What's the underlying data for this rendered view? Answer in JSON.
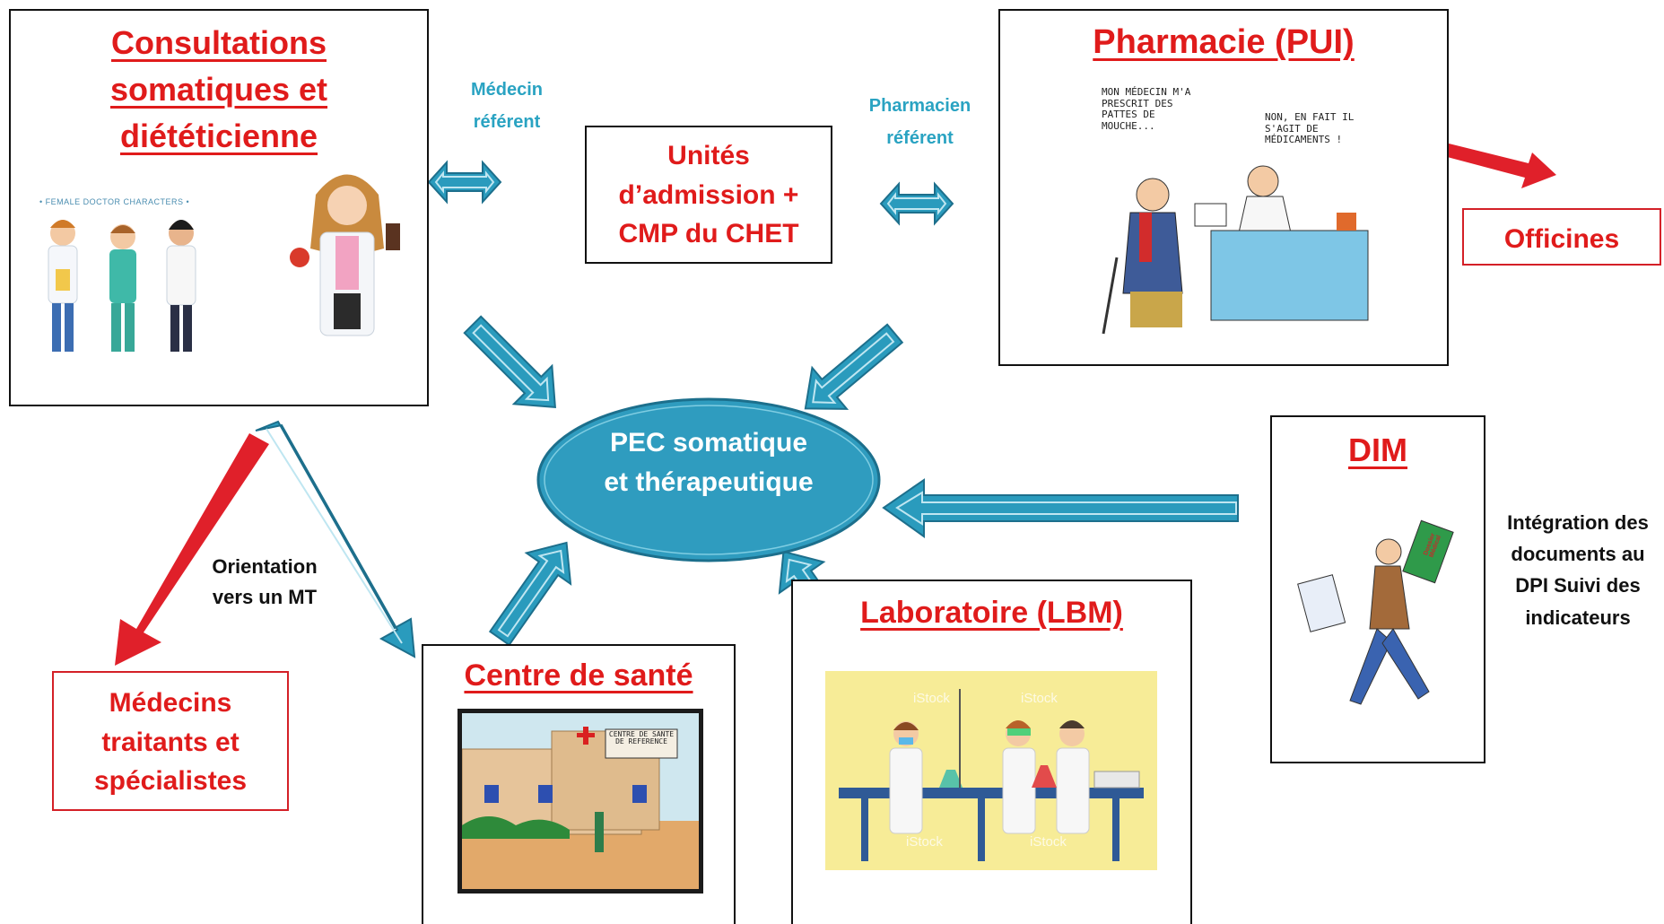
{
  "consultations": {
    "title": "Consultations somatiques et diététicienne",
    "image_caption": "• FEMALE DOCTOR CHARACTERS •"
  },
  "medecin_referent": "Médecin référent",
  "unites": {
    "text": "Unités d’admission + CMP du CHET"
  },
  "pharmacien_referent": "Pharmacien référent",
  "pharmacie": {
    "title": "Pharmacie (PUI)",
    "bubble_left": "MON MÉDECIN M'A PRESCRIT DES PATTES DE MOUCHE...",
    "bubble_right": "NON, EN FAIT IL S'AGIT DE MÉDICAMENTS !"
  },
  "officines": "Officines",
  "pec": {
    "text": "PEC somatique et thérapeutique"
  },
  "dim": {
    "title": "DIM",
    "folder_label": "Dossier Médical",
    "description": "Intégration des documents au DPI Suivi des indicateurs"
  },
  "orientation": "Orientation vers un MT",
  "medecins_traitants": "Médecins traitants et spécialistes",
  "centre_sante": {
    "title": "Centre de santé",
    "sign": "CENTRE DE SANTE DE REFERENCE"
  },
  "laboratoire": {
    "title": "Laboratoire (LBM)",
    "watermark": "iStock"
  },
  "colors": {
    "accent_blue": "#2a9bbd",
    "title_red": "#e01b1b",
    "arrow_red": "#e0202a"
  }
}
